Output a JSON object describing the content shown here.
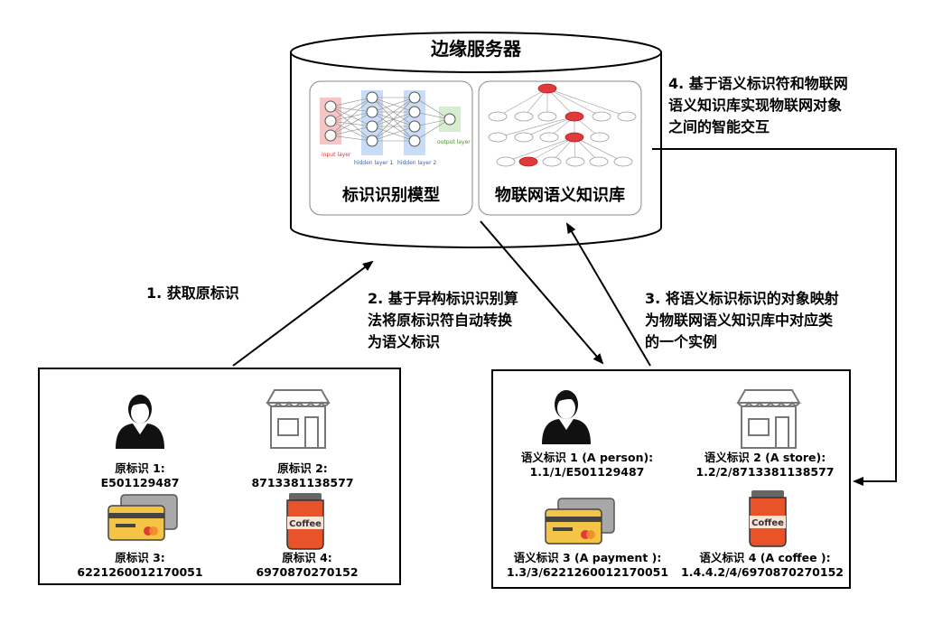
{
  "server": {
    "title": "边缘服务器",
    "model_label": "标识识别模型",
    "kb_label": "物联网语义知识库",
    "nn_labels": {
      "input": "input layer",
      "hidden1": "hidden layer 1",
      "hidden2": "hidden layer 2",
      "output": "output layer"
    }
  },
  "steps": {
    "s1": "1. 获取原标识",
    "s2_l1": "2. 基于异构标识识别算",
    "s2_l2": "法将原标识符自动转换",
    "s2_l3": "为语义标识",
    "s3_l1": "3. 将语义标识标识的对象映射",
    "s3_l2": "为物联网语义知识库中对应类",
    "s3_l3": "的一个实例",
    "s4_l1": "4. 基于语义标识符和物联网",
    "s4_l2": "语义知识库实现物联网对象",
    "s4_l3": "之间的智能交互"
  },
  "left_box": {
    "person_label": "原标识 1:",
    "person_value": "E501129487",
    "store_label": "原标识 2:",
    "store_value": "8713381138577",
    "card_label": "原标识 3:",
    "card_value": "6221260012170051",
    "coffee_label": "原标识 4:",
    "coffee_value": "6970870270152",
    "coffee_text": "Coffee"
  },
  "right_box": {
    "person_label": "语义标识 1 (A person):",
    "person_value": "1.1/1/E501129487",
    "store_label": "语义标识  2 (A store):",
    "store_value": "1.2/2/8713381138577",
    "card_label": "语义标识 3  (A payment ):",
    "card_value": "1.3/3/6221260012170051",
    "coffee_label": "语义标识 4 (A  coffee ):",
    "coffee_value": "1.4.4.2/4/6970870270152",
    "coffee_text": "Coffee"
  },
  "colors": {
    "accent_red": "#e03a3a",
    "card_gold": "#f3c445",
    "card_gray": "#8b8b8b",
    "nn_input": "#f4b6b6",
    "nn_hidden": "#bcd3f2",
    "nn_output": "#cde8c3",
    "coffee_red": "#e8532a"
  }
}
